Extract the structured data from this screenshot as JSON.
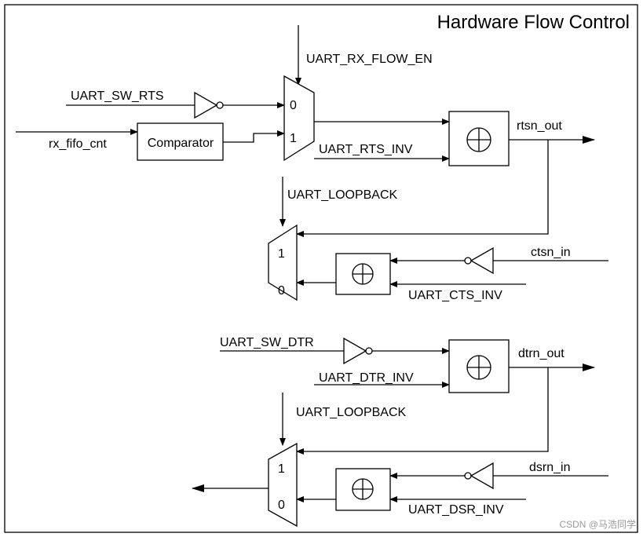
{
  "title": "Hardware Flow Control",
  "signals": {
    "uart_rx_flow_en": "UART_RX_FLOW_EN",
    "uart_sw_rts": "UART_SW_RTS",
    "rx_fifo_cnt": "rx_fifo_cnt",
    "comparator": "Comparator",
    "rtsn_out": "rtsn_out",
    "uart_rts_inv": "UART_RTS_INV",
    "uart_loopback_1": "UART_LOOPBACK",
    "ctsn_in": "ctsn_in",
    "uart_cts_inv": "UART_CTS_INV",
    "uart_sw_dtr": "UART_SW_DTR",
    "dtrn_out": "dtrn_out",
    "uart_dtr_inv": "UART_DTR_INV",
    "uart_loopback_2": "UART_LOOPBACK",
    "dsrn_in": "dsrn_in",
    "uart_dsr_inv": "UART_DSR_INV"
  },
  "mux_ports": {
    "mux1_in0": "0",
    "mux1_in1": "1",
    "mux2_in1": "1",
    "mux2_in0": "0",
    "mux3_in1": "1",
    "mux3_in0": "0"
  },
  "watermark": "CSDN @马浩同学"
}
